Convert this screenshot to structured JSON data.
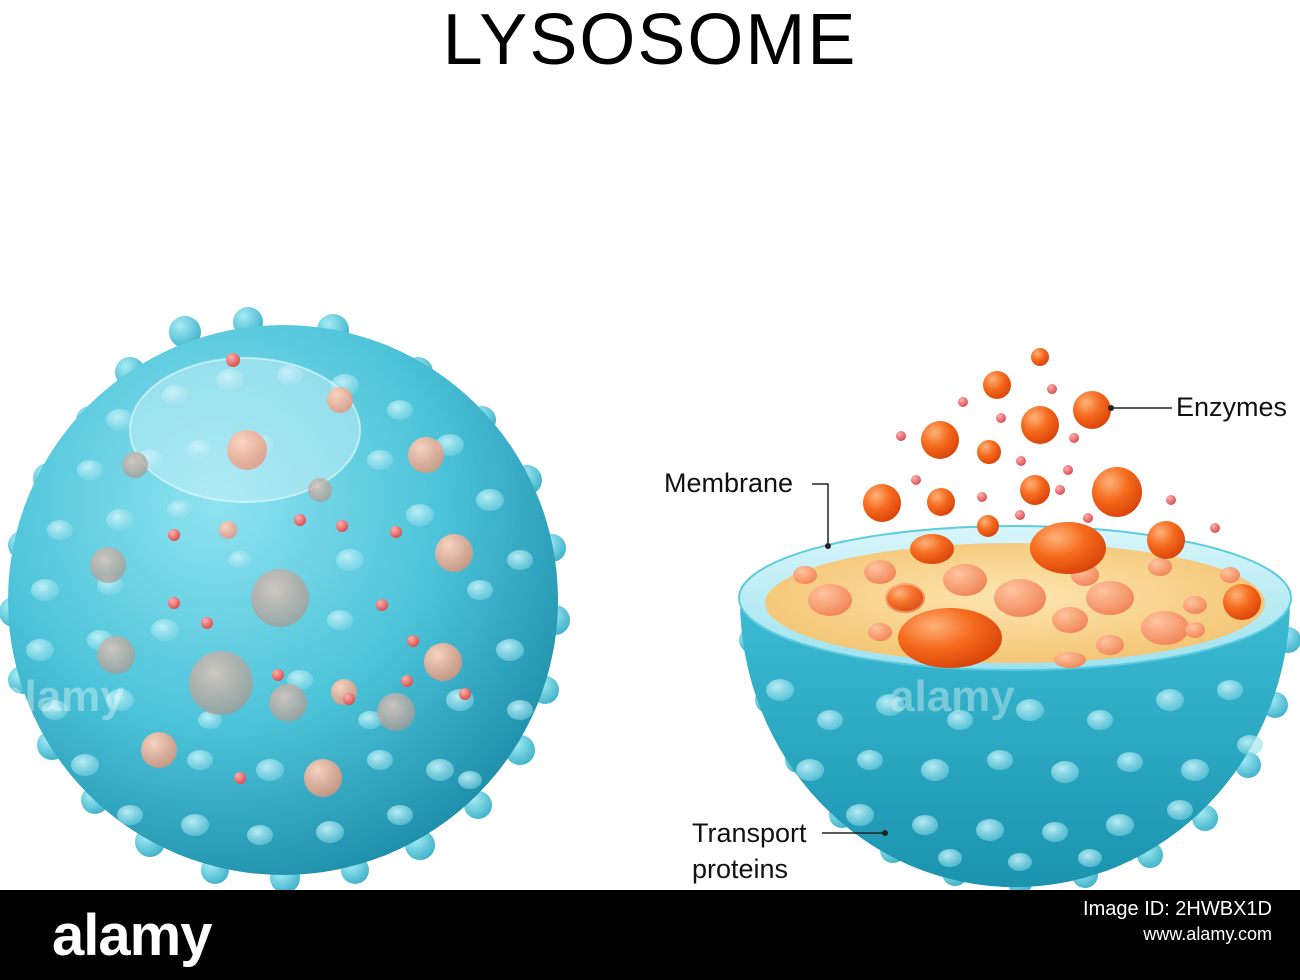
{
  "title": "LYSOSOME",
  "labels": {
    "enzymes": "Enzymes",
    "membrane": "Membrane",
    "transport_line1": "Transport",
    "transport_line2": "proteins"
  },
  "watermark": "alamy",
  "footer": {
    "logo": "alamy",
    "image_id": "Image ID: 2HWBX1D",
    "url": "www.alamy.com"
  },
  "colors": {
    "membrane_blue": "#4cc3d9",
    "membrane_dark": "#1597b0",
    "enzyme_orange": "#f05a14",
    "lumen_yellow": "#f5c97a",
    "background": "#ffffff",
    "footer": "#000000"
  }
}
